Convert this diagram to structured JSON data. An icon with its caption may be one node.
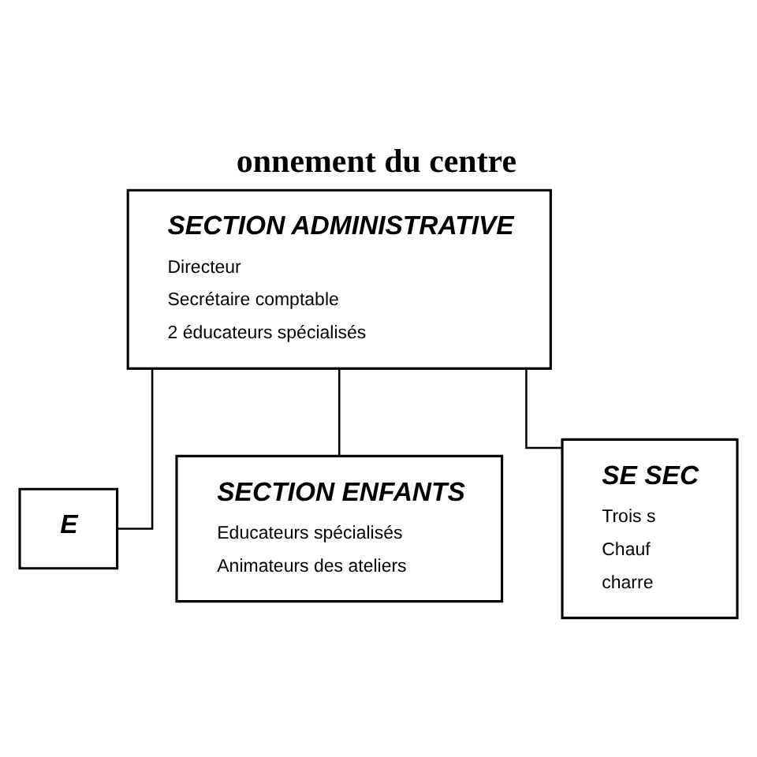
{
  "diagram": {
    "title": "onnement du centre",
    "nodes": [
      {
        "text": [
          "SECTION ADMINISTRATIVE",
          "Directeur",
          "Secrétaire comptable",
          "2 éducateurs spécialisés"
        ]
      },
      {
        "text": [
          "E"
        ]
      },
      {
        "text": [
          "SECTION ENFANTS",
          "Educateurs spécialisés",
          "Animateurs des ateliers"
        ]
      },
      {
        "text": [
          "SE SEC",
          "Trois s",
          "Chauf",
          "charre"
        ]
      }
    ],
    "edges": [
      {
        "from": 0,
        "to": 1,
        "arrow": "none"
      },
      {
        "from": 0,
        "to": 2,
        "arrow": "none"
      },
      {
        "from": 0,
        "to": 3,
        "arrow": "none"
      }
    ]
  }
}
